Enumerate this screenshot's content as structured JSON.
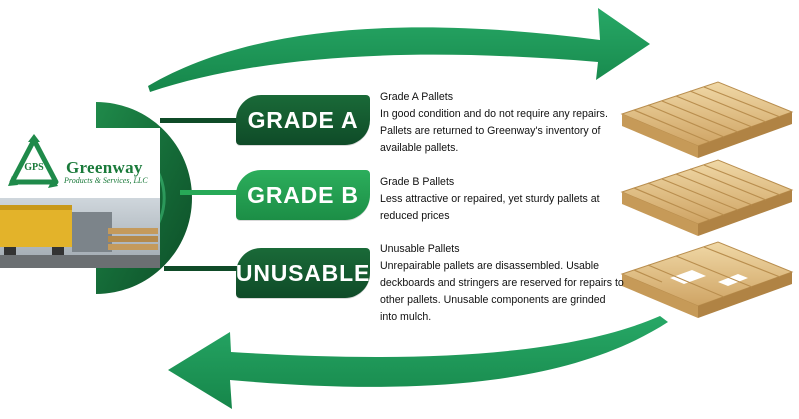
{
  "logo": {
    "name": "Greenway",
    "subtitle": "Products & Services, LLC",
    "initials": "GPS"
  },
  "grades": [
    {
      "label": "GRADE A",
      "title": "Grade A Pallets",
      "description": "In good condition and do not require any repairs. Pallets are returned to Greenway's inventory of available pallets."
    },
    {
      "label": "GRADE B",
      "title": "Grade B Pallets",
      "description": "Less attractive or repaired, yet sturdy pallets at reduced prices"
    },
    {
      "label": "UNUSABLE",
      "title": "Unusable Pallets",
      "description": "Unrepairable pallets are disassembled. Usable deckboards and stringers are reserved for repairs to other pallets. Unusable components are grinded into mulch."
    }
  ],
  "colors": {
    "arrow_green": "#1f9a5a",
    "dark_green": "#0f4b28",
    "mid_green": "#27a957",
    "wood": "#e3c48a"
  },
  "icons": [
    "recycle-icon",
    "pallet-icon",
    "arrow-icon"
  ]
}
